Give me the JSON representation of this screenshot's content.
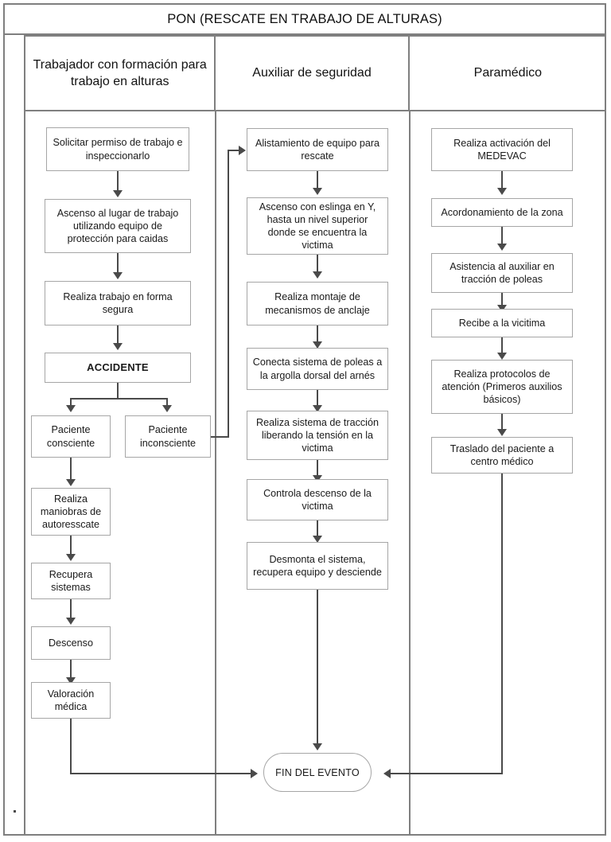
{
  "document": {
    "title": "PON (RESCATE EN TRABAJO DE ALTURAS)",
    "corner_mark": ""
  },
  "lanes": [
    {
      "id": "lane-trabajador",
      "label": "Trabajador con formación para trabajo en alturas"
    },
    {
      "id": "lane-auxiliar",
      "label": "Auxiliar de seguridad"
    },
    {
      "id": "lane-paramedico",
      "label": "Paramédico"
    }
  ],
  "chart_data": {
    "type": "diagram",
    "subtype": "cross-functional-flowchart",
    "title": "PON (RESCATE EN TRABAJO DE ALTURAS)",
    "lanes": [
      "Trabajador con formación para trabajo en alturas",
      "Auxiliar de seguridad",
      "Paramédico"
    ],
    "nodes": [
      {
        "id": "t1",
        "lane": 0,
        "shape": "process",
        "text": "Solicitar permiso de trabajo e inspeccionarlo"
      },
      {
        "id": "t2",
        "lane": 0,
        "shape": "process",
        "text": "Ascenso al lugar de trabajo utilizando equipo de protección para caidas"
      },
      {
        "id": "t3",
        "lane": 0,
        "shape": "process",
        "text": "Realiza trabajo en forma segura"
      },
      {
        "id": "t4",
        "lane": 0,
        "shape": "process",
        "text": "ACCIDENTE",
        "emphasis": "bold"
      },
      {
        "id": "t5a",
        "lane": 0,
        "shape": "process",
        "text": "Paciente consciente"
      },
      {
        "id": "t5b",
        "lane": 0,
        "shape": "process",
        "text": "Paciente inconsciente"
      },
      {
        "id": "t6",
        "lane": 0,
        "shape": "process",
        "text": "Realiza maniobras de autoresscate"
      },
      {
        "id": "t7",
        "lane": 0,
        "shape": "process",
        "text": "Recupera sistemas"
      },
      {
        "id": "t8",
        "lane": 0,
        "shape": "process",
        "text": "Descenso"
      },
      {
        "id": "t9",
        "lane": 0,
        "shape": "process",
        "text": "Valoración médica"
      },
      {
        "id": "a1",
        "lane": 1,
        "shape": "process",
        "text": "Alistamiento de equipo para rescate"
      },
      {
        "id": "a2",
        "lane": 1,
        "shape": "process",
        "text": "Ascenso con eslinga en Y, hasta un nivel superior donde se encuentra la victima"
      },
      {
        "id": "a3",
        "lane": 1,
        "shape": "process",
        "text": "Realiza montaje de mecanismos de anclaje"
      },
      {
        "id": "a4",
        "lane": 1,
        "shape": "process",
        "text": "Conecta sistema de poleas a la argolla dorsal del arnés"
      },
      {
        "id": "a5",
        "lane": 1,
        "shape": "process",
        "text": "Realiza sistema de tracción liberando la tensión en la victima"
      },
      {
        "id": "a6",
        "lane": 1,
        "shape": "process",
        "text": "Controla descenso de la victima"
      },
      {
        "id": "a7",
        "lane": 1,
        "shape": "process",
        "text": "Desmonta el sistema, recupera equipo y desciende"
      },
      {
        "id": "end",
        "lane": 1,
        "shape": "terminator",
        "text": "FIN DEL EVENTO"
      },
      {
        "id": "p1",
        "lane": 2,
        "shape": "process",
        "text": "Realiza activación del MEDEVAC"
      },
      {
        "id": "p2",
        "lane": 2,
        "shape": "process",
        "text": "Acordonamiento de la zona"
      },
      {
        "id": "p3",
        "lane": 2,
        "shape": "process",
        "text": "Asistencia al auxiliar en tracción de poleas"
      },
      {
        "id": "p4",
        "lane": 2,
        "shape": "process",
        "text": "Recibe a la vicitima"
      },
      {
        "id": "p5",
        "lane": 2,
        "shape": "process",
        "text": "Realiza protocolos de atención (Primeros auxilios básicos)"
      },
      {
        "id": "p6",
        "lane": 2,
        "shape": "process",
        "text": "Traslado del paciente a centro médico"
      }
    ],
    "edges": [
      {
        "from": "t1",
        "to": "t2"
      },
      {
        "from": "t2",
        "to": "t3"
      },
      {
        "from": "t3",
        "to": "t4"
      },
      {
        "from": "t4",
        "to": "t5a"
      },
      {
        "from": "t4",
        "to": "t5b"
      },
      {
        "from": "t5a",
        "to": "t6"
      },
      {
        "from": "t5b",
        "to": "a1"
      },
      {
        "from": "t6",
        "to": "t7"
      },
      {
        "from": "t7",
        "to": "t8"
      },
      {
        "from": "t8",
        "to": "t9"
      },
      {
        "from": "t9",
        "to": "end"
      },
      {
        "from": "a1",
        "to": "a2"
      },
      {
        "from": "a2",
        "to": "a3"
      },
      {
        "from": "a3",
        "to": "a4"
      },
      {
        "from": "a4",
        "to": "a5"
      },
      {
        "from": "a5",
        "to": "a6"
      },
      {
        "from": "a6",
        "to": "a7"
      },
      {
        "from": "a7",
        "to": "end"
      },
      {
        "from": "p1",
        "to": "p2"
      },
      {
        "from": "p2",
        "to": "p3"
      },
      {
        "from": "p3",
        "to": "p4"
      },
      {
        "from": "p4",
        "to": "p5"
      },
      {
        "from": "p5",
        "to": "p6"
      },
      {
        "from": "p6",
        "to": "end"
      }
    ],
    "colors": {
      "frame_border": "#7f7f7f",
      "node_border": "#a6a6a6",
      "connector": "#4a4a4a",
      "text": "#1a1a1a",
      "background": "#ffffff"
    }
  }
}
